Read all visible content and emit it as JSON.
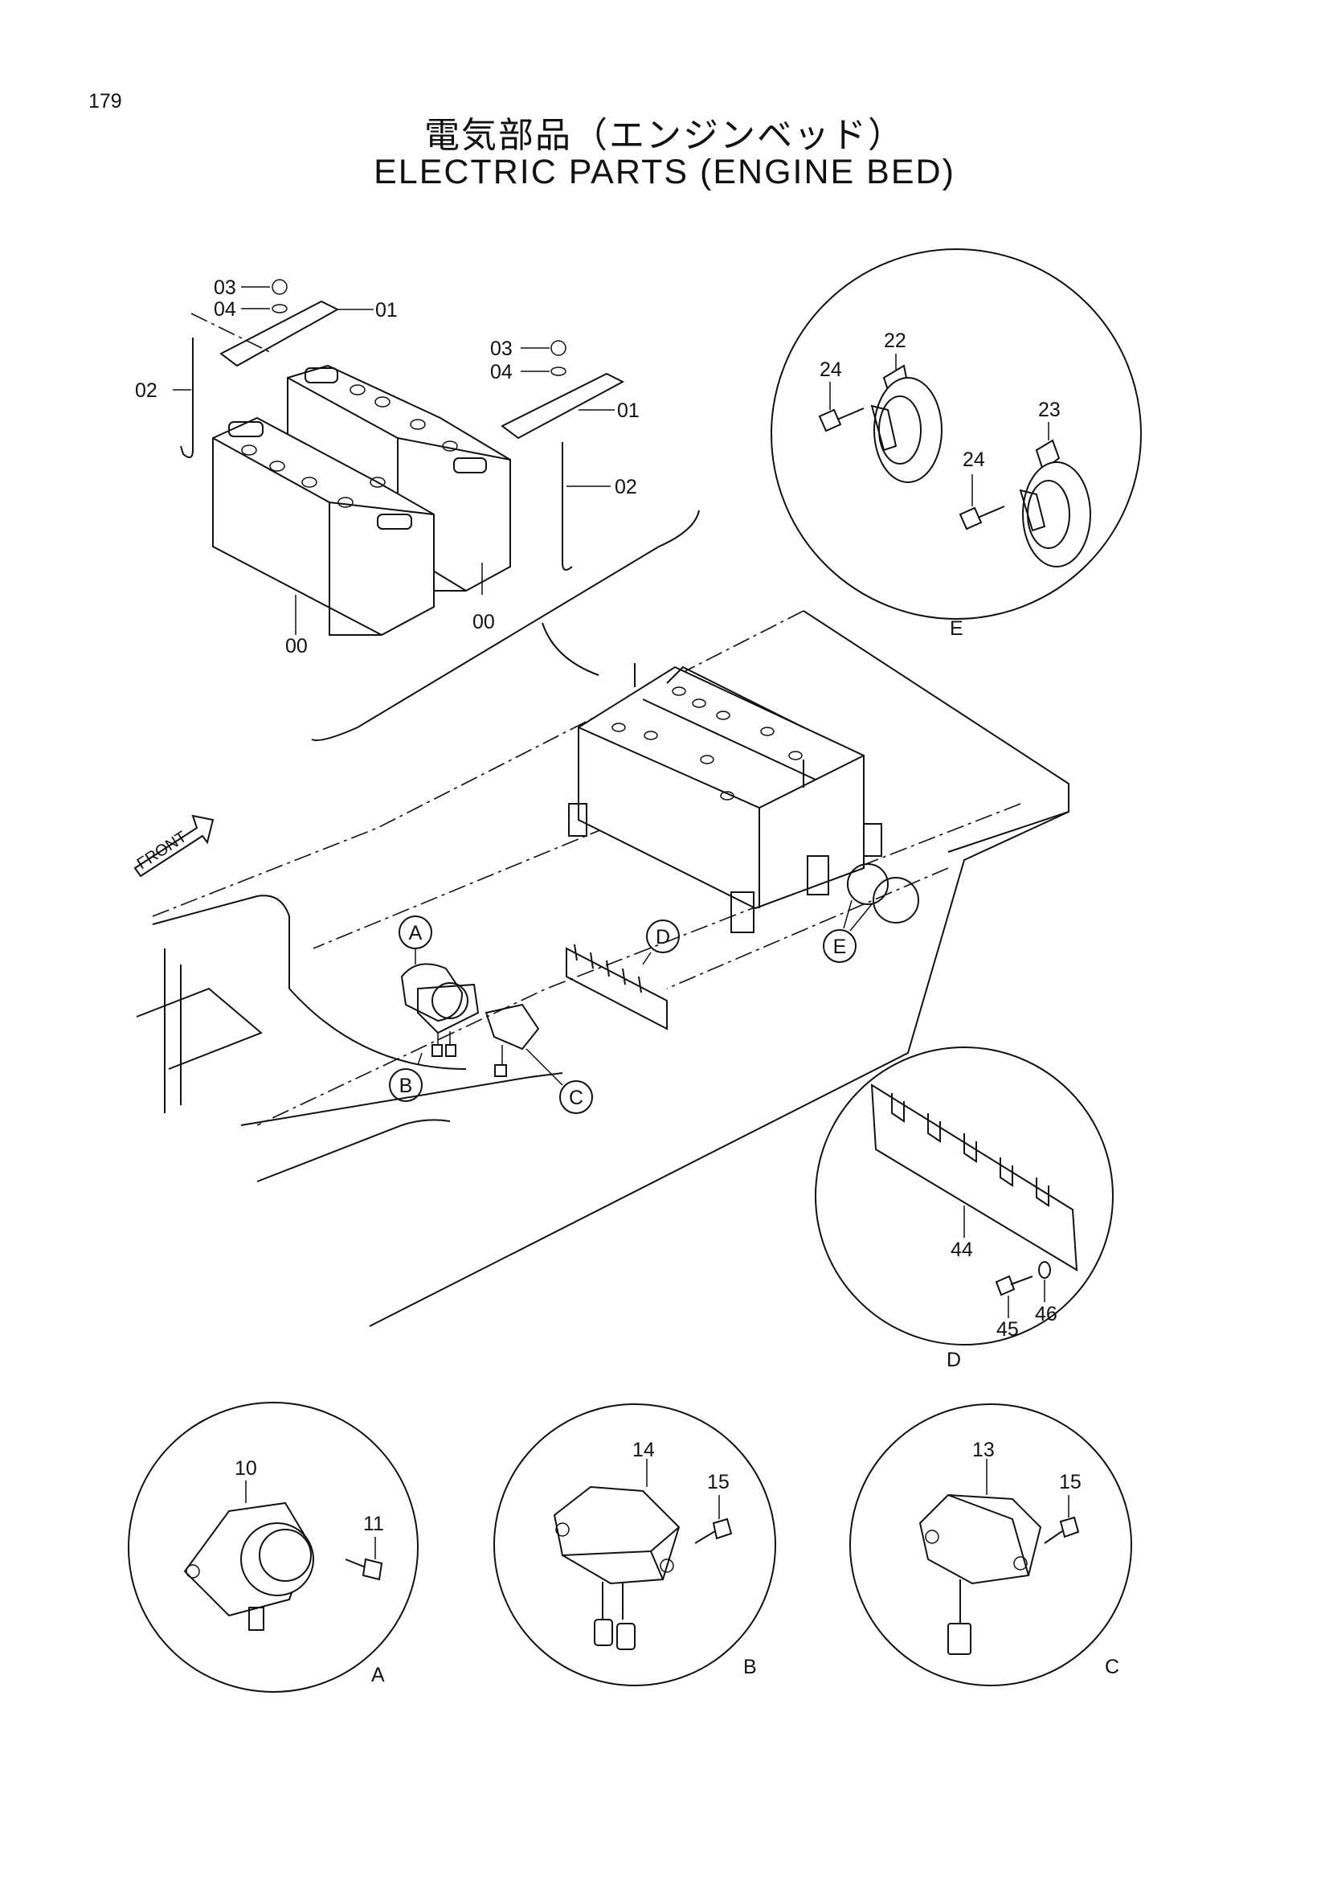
{
  "page": {
    "number": "179"
  },
  "title": {
    "japanese": "電気部品（エンジンベッド）",
    "english": "ELECTRIC PARTS (ENGINE BED)"
  },
  "front_label": "FRONT",
  "callouts": {
    "a": "A",
    "b": "B",
    "c": "C",
    "d": "D",
    "e": "E"
  },
  "detail_labels": {
    "a": "A",
    "b": "B",
    "c": "C",
    "d": "D",
    "e": "E"
  },
  "part_numbers": {
    "battery_left": "00",
    "battery_right": "00",
    "hold_bar_left": "01",
    "hold_bar_right": "01",
    "rod_left": "02",
    "rod_right": "02",
    "nut_left": "03",
    "nut_right": "03",
    "washer_left": "04",
    "washer_right": "04",
    "relay_a": "10",
    "bolt_a": "11",
    "unit_c": "13",
    "unit_b": "14",
    "bolt_b": "15",
    "bolt_c": "15",
    "horn_high": "22",
    "horn_low": "23",
    "bolt_horn_1": "24",
    "bolt_horn_2": "24",
    "bracket_d": "44",
    "bolt_d": "45",
    "washer_d": "46"
  }
}
